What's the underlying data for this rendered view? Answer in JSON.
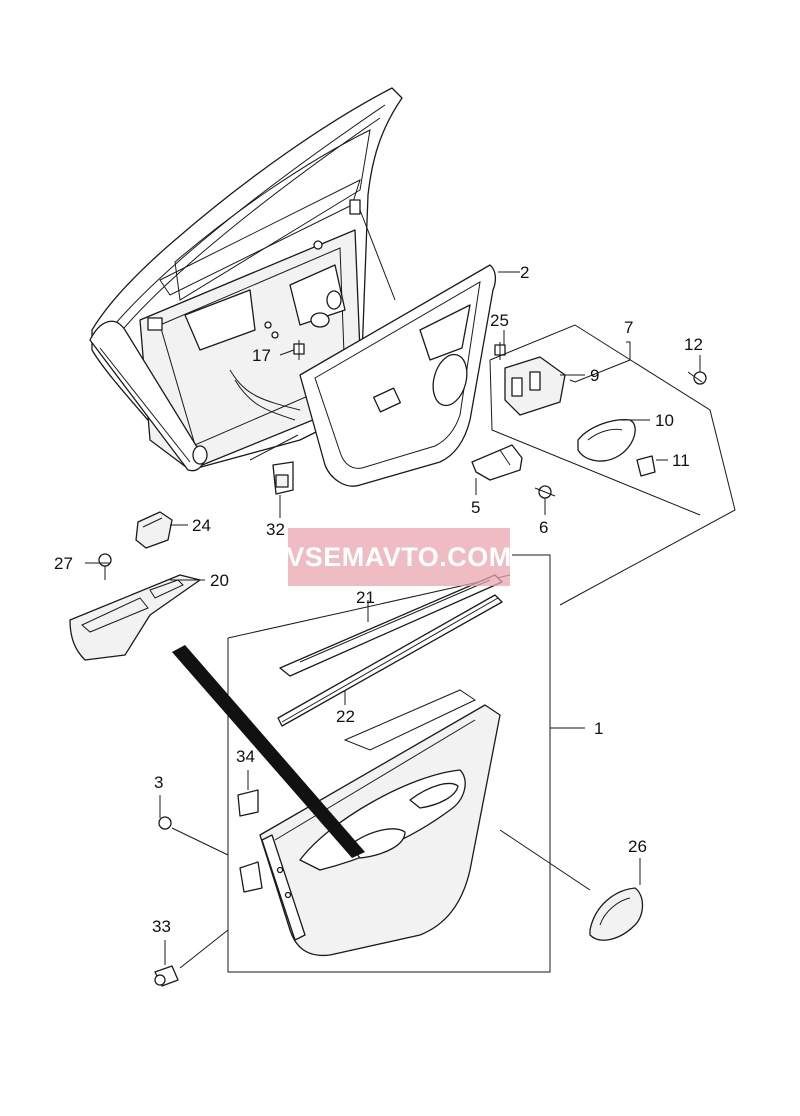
{
  "watermark": "VSEMAVTO.COM",
  "callouts": {
    "c1": "1",
    "c2": "2",
    "c3": "3",
    "c5": "5",
    "c6": "6",
    "c7": "7",
    "c9": "9",
    "c10": "10",
    "c11": "11",
    "c12": "12",
    "c17": "17",
    "c20": "20",
    "c21": "21",
    "c22": "22",
    "c24": "24",
    "c25": "25",
    "c26": "26",
    "c27": "27",
    "c32": "32",
    "c33": "33",
    "c34": "34"
  },
  "colors": {
    "line": "#1a1a1a",
    "fill": "#f2f2f2",
    "watermark": "#e8a6ae"
  }
}
